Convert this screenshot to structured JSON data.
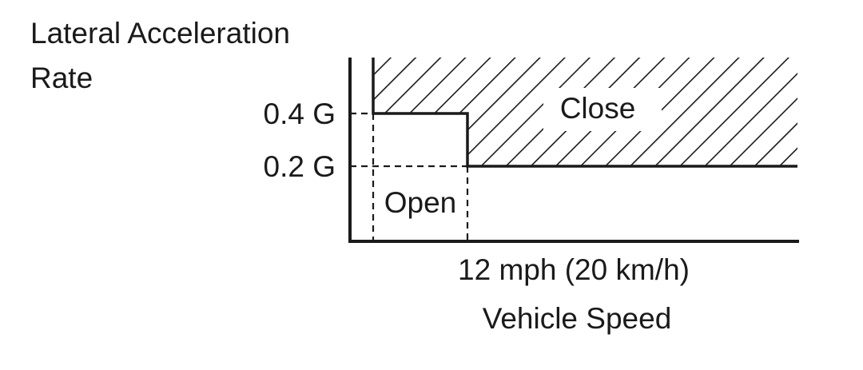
{
  "y_axis": {
    "title_lines": [
      "Lateral Acceleration",
      "Rate"
    ],
    "ticks": [
      "0.4 G",
      "0.2 G"
    ]
  },
  "x_axis": {
    "title": "Vehicle Speed",
    "tick": "12 mph (20 km/h)"
  },
  "regions": {
    "close_label": "Close",
    "open_label": "Open"
  },
  "colors": {
    "line": "#1a1a1a",
    "background": "#ffffff"
  }
}
